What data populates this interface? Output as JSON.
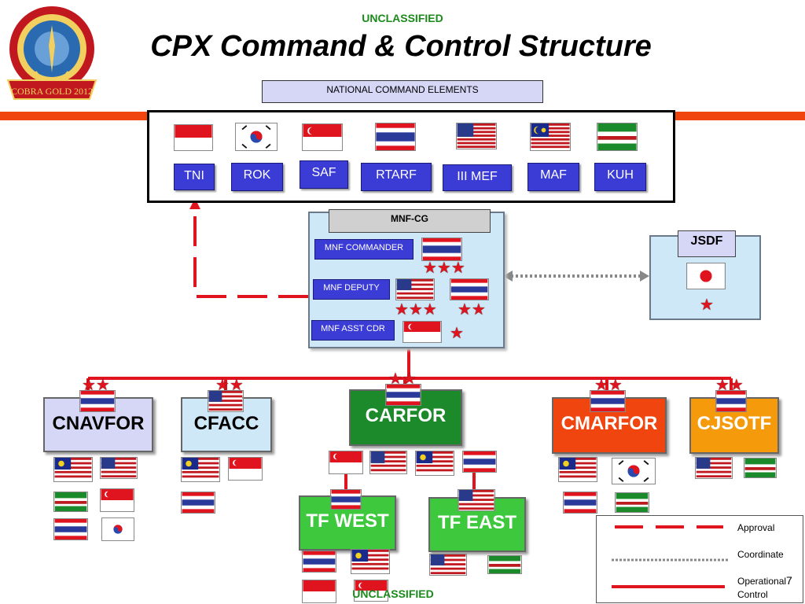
{
  "header": {
    "classification_top": "UNCLASSIFIED",
    "title": "CPX Command & Control Structure",
    "classification_bottom": "UNCLASSIFIED",
    "page_number": "7",
    "logo_text": "COBRA GOLD 2012"
  },
  "colors": {
    "accent_bar": "#f0450f",
    "nation_button": "#3b3bd6",
    "panel_blue": "#cfe8f8",
    "label_lavender": "#d6d6f7",
    "cnavfor": "#d6d6f7",
    "cfacc": "#cfe8f8",
    "carfor": "#1c8a2a",
    "tf": "#3ec83e",
    "cmarfor": "#f0450f",
    "cjsotf": "#f59a0a",
    "line_red": "#e0141e",
    "line_gray": "#888888",
    "classification": "#1a8a1a"
  },
  "national": {
    "label": "NATIONAL COMMAND ELEMENTS",
    "nations": [
      {
        "label": "TNI",
        "flag": "indonesia-flag"
      },
      {
        "label": "ROK",
        "flag": "korea-flag"
      },
      {
        "label": "SAF",
        "flag": "singapore-flag"
      },
      {
        "label": "RTARF",
        "flag": "thailand-flag"
      },
      {
        "label": "III MEF",
        "flag": "usa-flag"
      },
      {
        "label": "MAF",
        "flag": "malaysia-flag"
      },
      {
        "label": "KUH",
        "flag": "kuh-flag"
      }
    ]
  },
  "mnf": {
    "title": "MNF-CG",
    "commander": "MNF COMMANDER",
    "deputy": "MNF DEPUTY",
    "asst": "MNF ASST CDR"
  },
  "jsdf": {
    "label": "JSDF"
  },
  "components": {
    "cnavfor": "CNAVFOR",
    "cfacc": "CFACC",
    "carfor": "CARFOR",
    "cmarfor": "CMARFOR",
    "cjsotf": "CJSOTF",
    "tf_west": "TF WEST",
    "tf_east": "TF EAST"
  },
  "legend": {
    "approval": "Approval",
    "coordinate": "Coordinate",
    "operational_1": "Operational",
    "operational_2": "Control"
  }
}
